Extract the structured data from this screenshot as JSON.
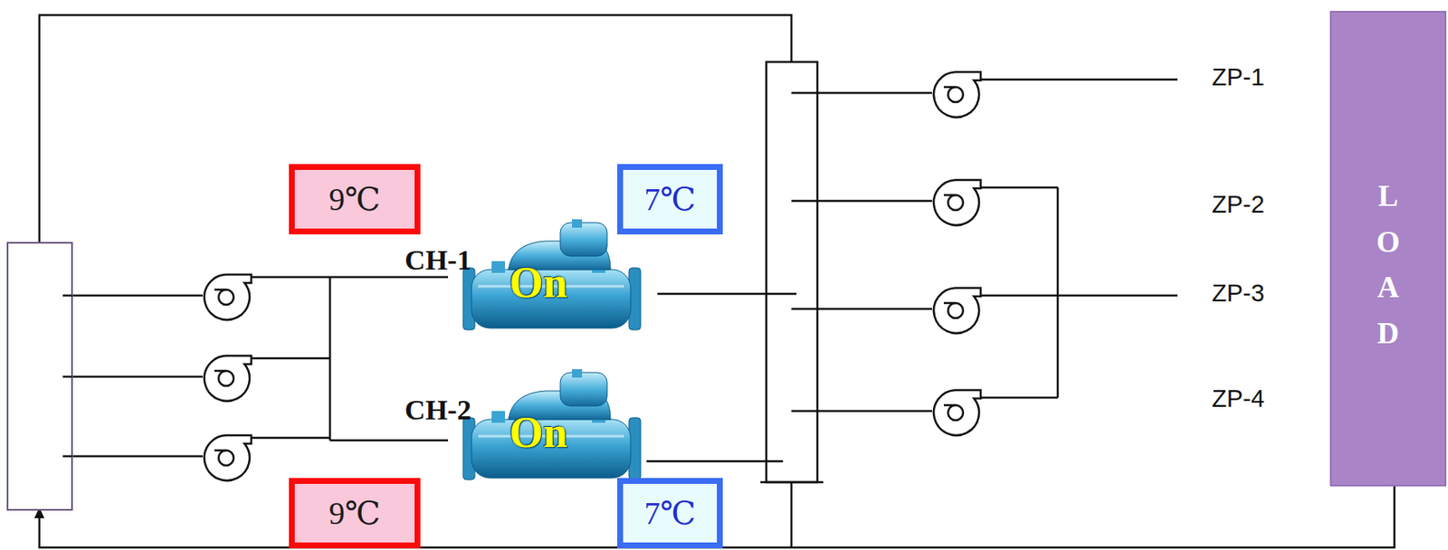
{
  "diagram": {
    "nodes": [
      {
        "text": [
          "9℃"
        ]
      },
      {
        "text": [
          "7℃"
        ]
      },
      {
        "text": [
          "CH-1",
          "On"
        ]
      },
      {
        "text": [
          "CH-2",
          "On"
        ]
      },
      {
        "text": [
          "9℃"
        ]
      },
      {
        "text": [
          "7℃"
        ]
      },
      {
        "text": [
          "LOAD"
        ]
      }
    ],
    "labels": [
      "ZP-1",
      "ZP-2",
      "ZP-3",
      "ZP-4"
    ]
  }
}
